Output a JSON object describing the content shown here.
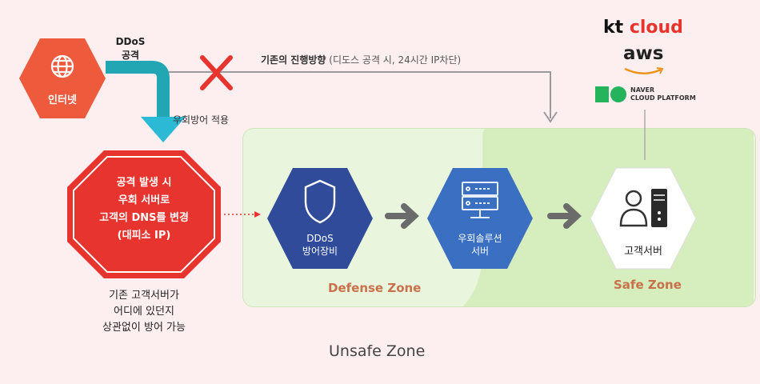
{
  "internet": {
    "label": "인터넷"
  },
  "attack_label": [
    "DDoS",
    "공격"
  ],
  "old_path_label": "기존의 진행방향",
  "old_path_note": " (디도스 공격 시, 24시간 IP차단)",
  "detour_label": "우회방어 적용",
  "red_box": {
    "lines": [
      "공격 발생 시",
      "우회 서버로",
      "고객의 DNS를 변경",
      "(대피소 IP)"
    ]
  },
  "note": [
    "기존 고객서버가",
    "어디에 있던지",
    "상관없이 방어 가능"
  ],
  "ddos_device": {
    "lines": [
      "DDoS",
      "방어장비"
    ]
  },
  "bypass_server": {
    "lines": [
      "우회솔루션",
      "서버"
    ]
  },
  "customer_server": {
    "label": "고객서버"
  },
  "defense_zone": "Defense Zone",
  "safe_zone": "Safe Zone",
  "unsafe_zone": "Unsafe Zone",
  "logos": {
    "kt": "kt",
    "cloud": "cloud",
    "aws": "aws",
    "naver_1": "NAVER",
    "naver_2": "CLOUD PLATFORM"
  },
  "colors": {
    "red": "#e8342e",
    "orange": "#ee5a3c",
    "teal": "#22a6b3",
    "blue_dark": "#2f4b9a",
    "blue": "#3a6fc1",
    "zone_text": "#c8714a"
  }
}
